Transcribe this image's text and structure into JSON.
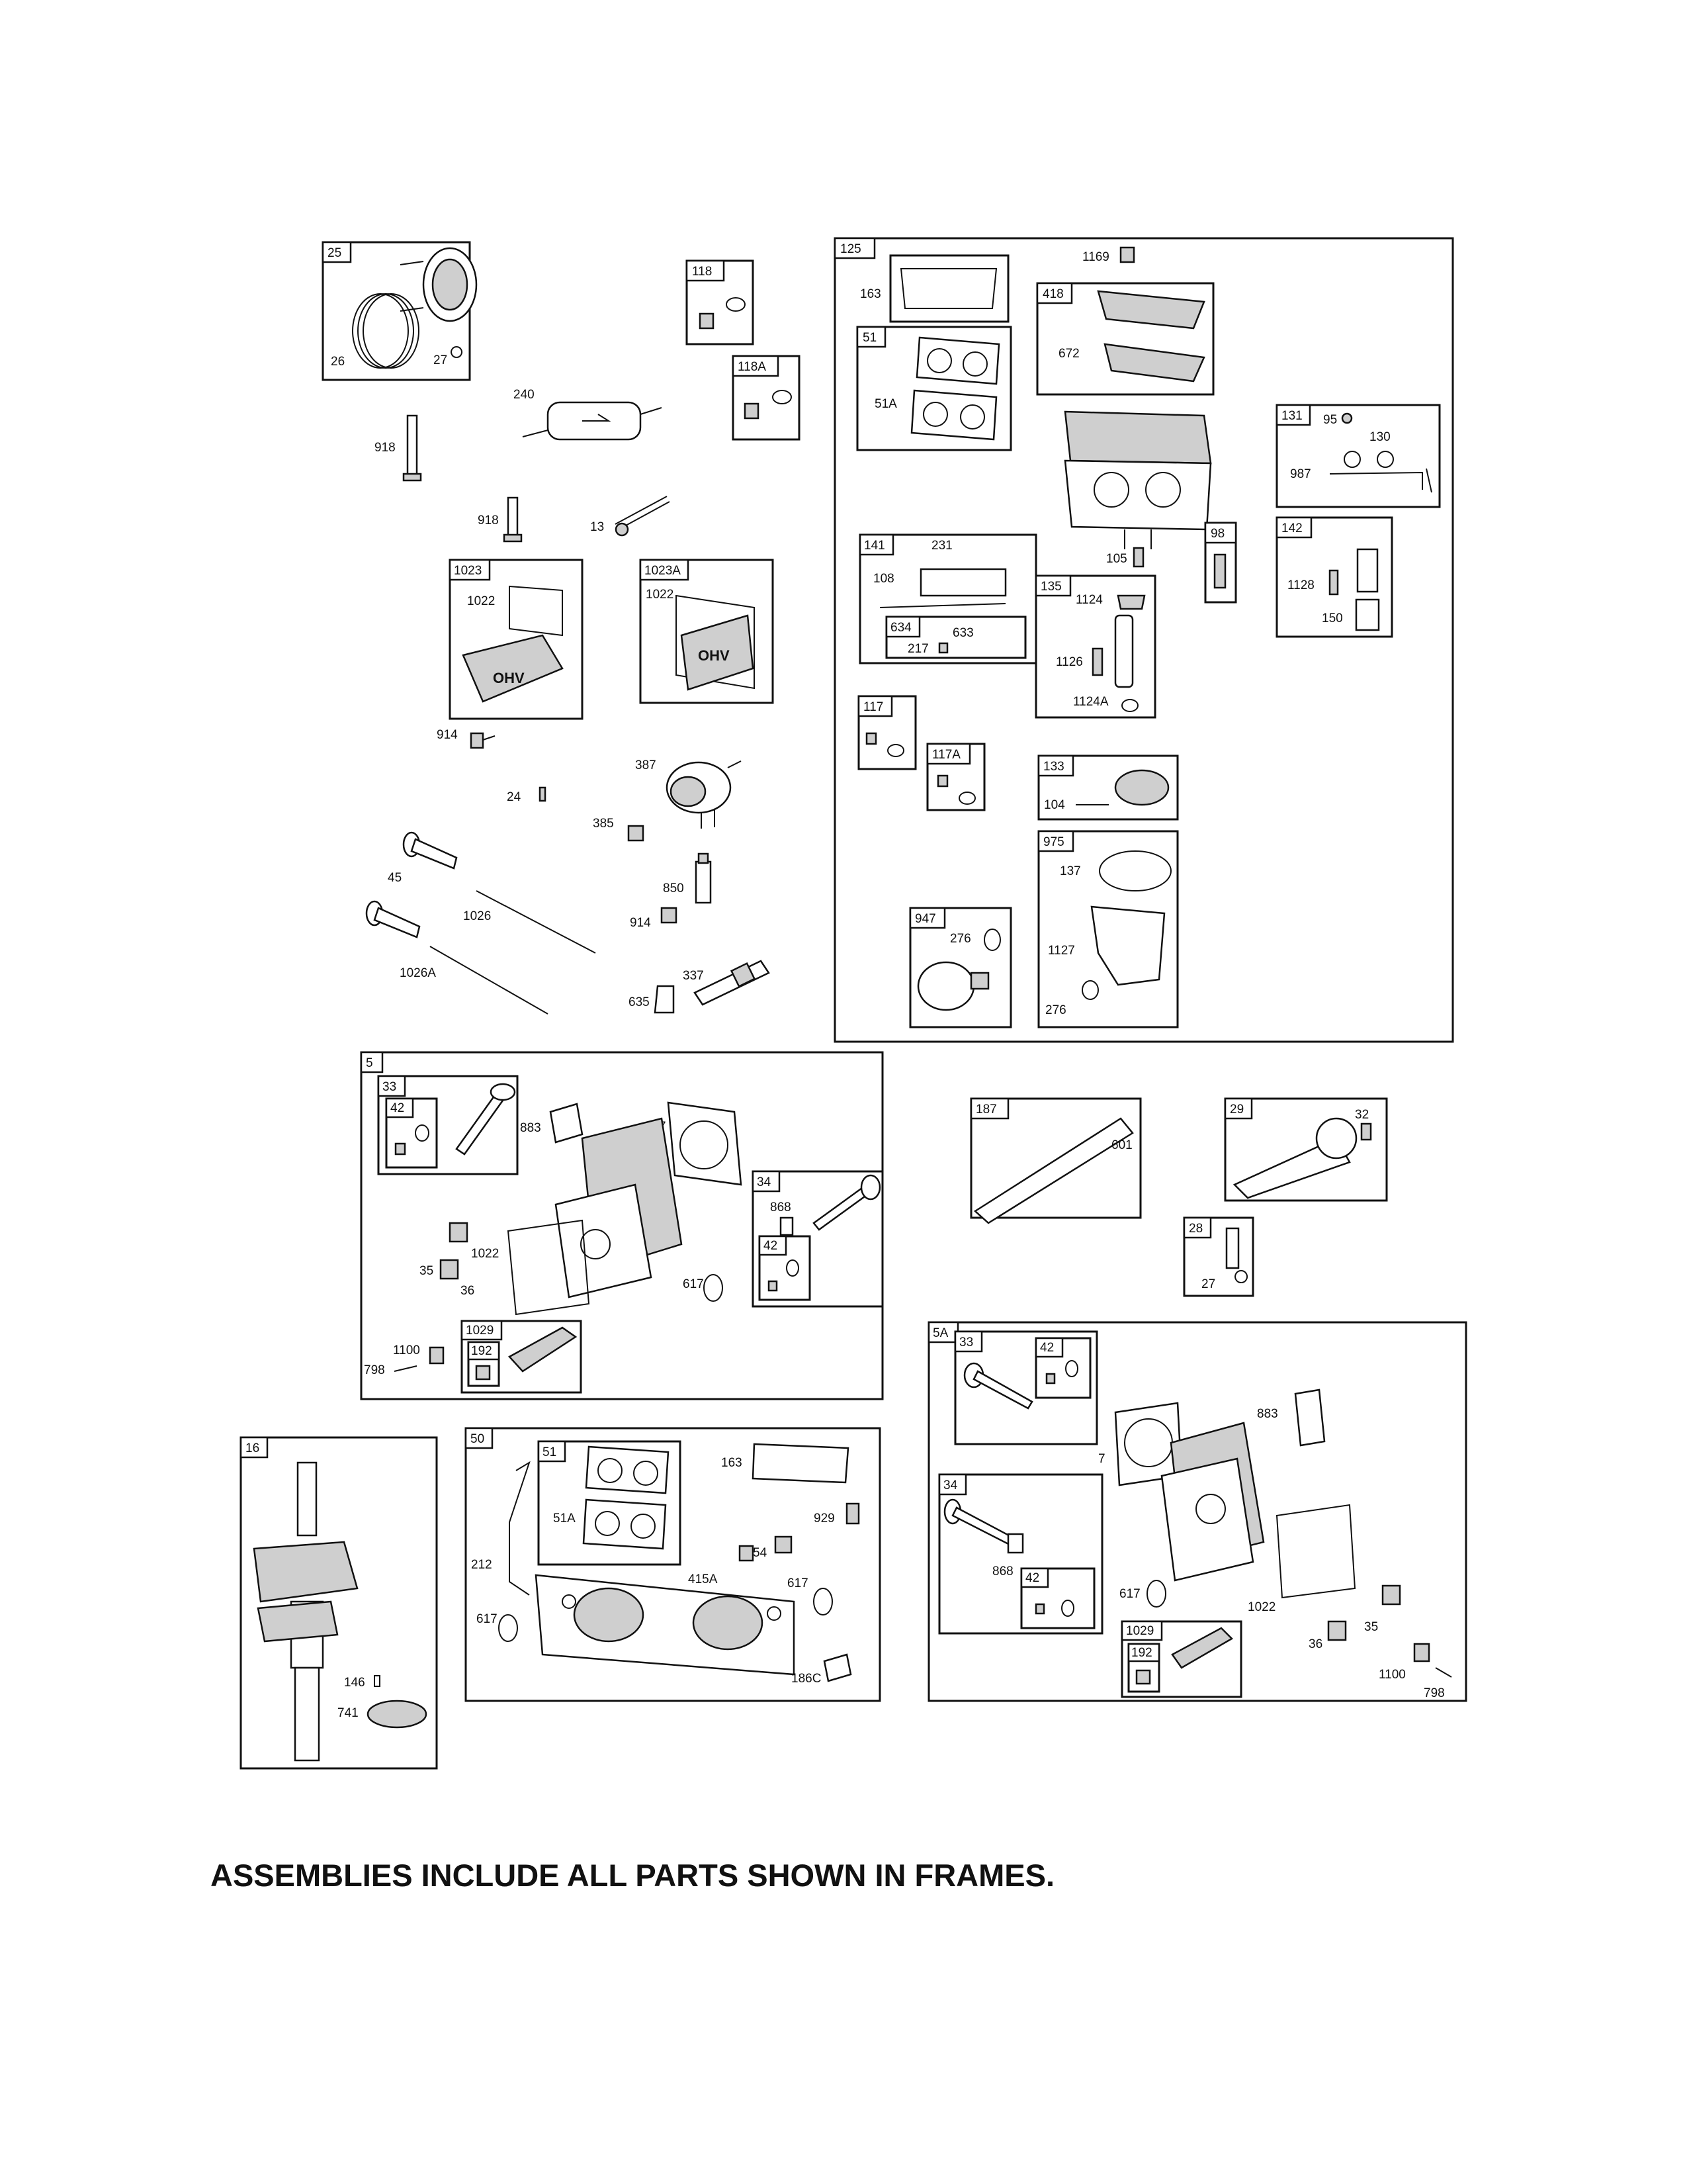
{
  "caption": "ASSEMBLIES INCLUDE ALL PARTS SHOWN IN FRAMES.",
  "frames": [
    {
      "id": "25",
      "children": [
        "26",
        "27"
      ]
    },
    {
      "id": "118",
      "children": []
    },
    {
      "id": "118A",
      "children": []
    },
    {
      "id": "1023",
      "children": [
        "1022"
      ]
    },
    {
      "id": "1023A",
      "children": [
        "1022"
      ]
    },
    {
      "id": "125",
      "children": [
        "163",
        "1169",
        "418",
        "672",
        "51",
        "51A",
        "131",
        "95",
        "130",
        "987",
        "141",
        "231",
        "108",
        "634",
        "633",
        "217",
        "98",
        "105",
        "142",
        "1128",
        "150",
        "135",
        "1124",
        "1126",
        "1124A",
        "117",
        "117A",
        "133",
        "104",
        "975",
        "137",
        "1127",
        "276",
        "947"
      ]
    },
    {
      "id": "5",
      "children": [
        "33",
        "42",
        "883",
        "7",
        "34",
        "868",
        "1022",
        "35",
        "36",
        "617",
        "1029",
        "192",
        "1100",
        "798"
      ]
    },
    {
      "id": "187",
      "children": [
        "601"
      ]
    },
    {
      "id": "29",
      "children": [
        "32"
      ]
    },
    {
      "id": "28",
      "children": [
        "27"
      ]
    },
    {
      "id": "5A",
      "children": [
        "33",
        "42",
        "883",
        "7",
        "34",
        "868",
        "617",
        "1022",
        "35",
        "36",
        "1029",
        "192",
        "1100",
        "798"
      ]
    },
    {
      "id": "16",
      "children": [
        "146",
        "741"
      ]
    },
    {
      "id": "50",
      "children": [
        "51",
        "51A",
        "163",
        "929",
        "54",
        "415A",
        "617",
        "212",
        "186C"
      ]
    }
  ],
  "loose_parts": [
    "240",
    "918",
    "918",
    "13",
    "914",
    "387",
    "24",
    "385",
    "45",
    "1026",
    "850",
    "914",
    "1026A",
    "337",
    "635"
  ]
}
